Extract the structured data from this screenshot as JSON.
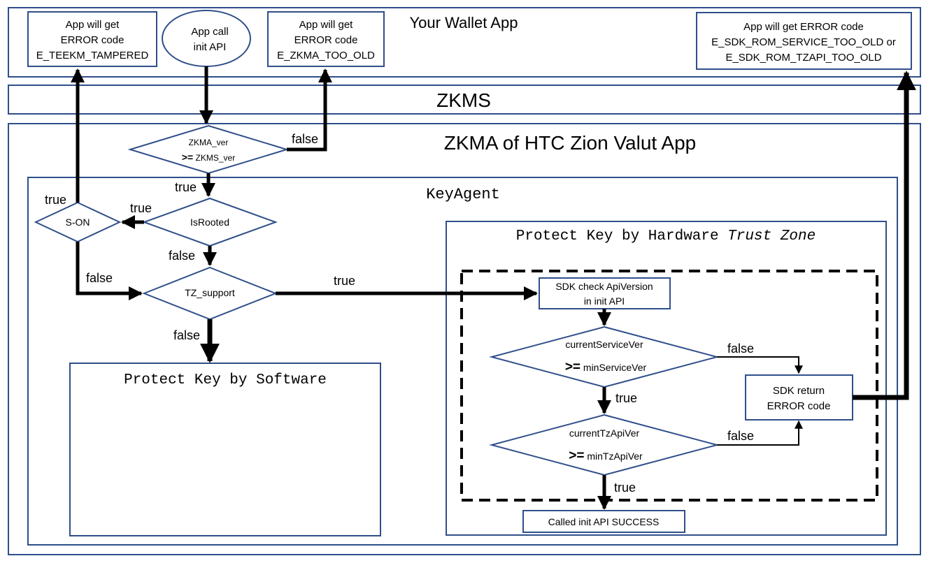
{
  "layers": {
    "wallet_app": "Your Wallet App",
    "zkms": "ZKMS",
    "zkma": "ZKMA of HTC Zion Valut App",
    "key_agent": "KeyAgent",
    "trust_zone": [
      "Protect Key by Hardware ",
      "Trust Zone"
    ],
    "software": "Protect Key by Software"
  },
  "nodes": {
    "err_tampered": [
      "App will get",
      "ERROR code",
      "E_TEEKM_TAMPERED"
    ],
    "app_call": [
      "App call",
      "init API"
    ],
    "err_zkma_old": [
      "App will get",
      "ERROR code",
      "E_ZKMA_TOO_OLD"
    ],
    "err_sdk_old": [
      "App will get ERROR code",
      "E_SDK_ROM_SERVICE_TOO_OLD or",
      "E_SDK_ROM_TZAPI_TOO_OLD"
    ],
    "zkma_ver_check": [
      "ZKMA_ver",
      ">=",
      " ZKMS_ver"
    ],
    "is_rooted": "IsRooted",
    "s_on": "S-ON",
    "tz_support": "TZ_support",
    "sdk_check": [
      "SDK check ApiVersion",
      "in init API"
    ],
    "service_check": [
      "currentServiceVer",
      ">=",
      " minServiceVer"
    ],
    "tzapi_check": [
      "currentTzApiVer",
      ">=",
      " minTzApiVer"
    ],
    "sdk_return": [
      "SDK return",
      "ERROR code"
    ],
    "success": "Called init API SUCCESS"
  },
  "edge_labels": {
    "zkma_false": "false",
    "zkma_true": "true",
    "rooted_true": "true",
    "son_true": "true",
    "son_false": "false",
    "rooted_false": "false",
    "tz_true": "true",
    "tz_false": "false",
    "service_false": "false",
    "service_true": "true",
    "tzapi_false": "false",
    "tzapi_true": "true"
  },
  "colors": {
    "box_stroke": "#2f4f8a",
    "arrow": "#000000"
  }
}
